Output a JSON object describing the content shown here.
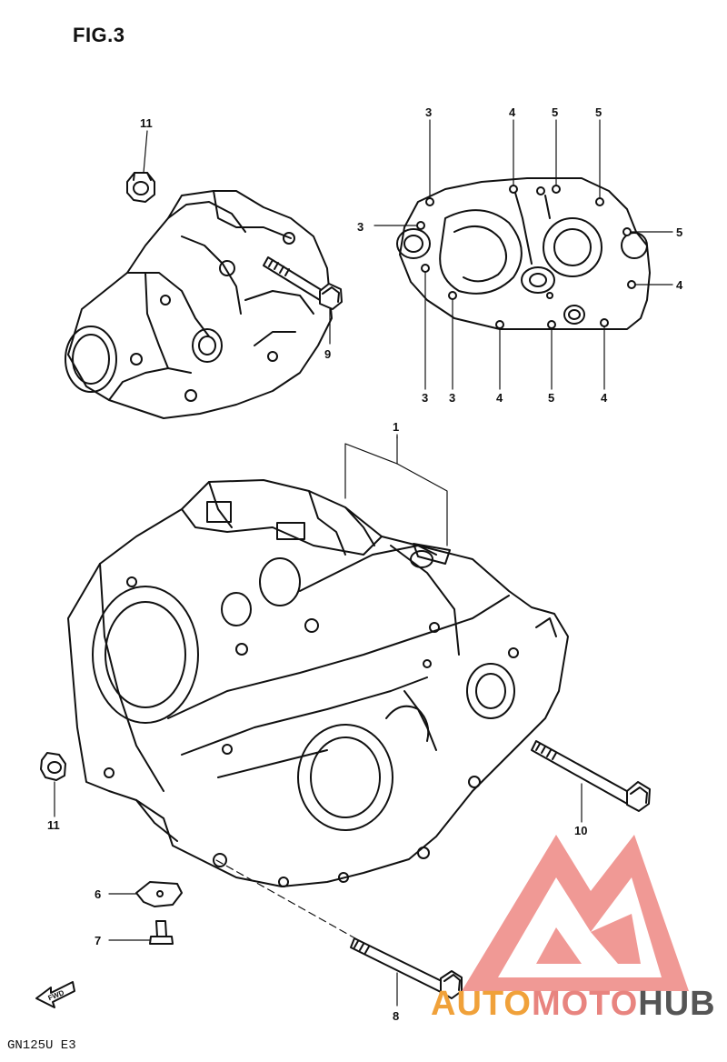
{
  "figure": {
    "title": "FIG.3",
    "model_code": "GN125U E3"
  },
  "callouts": [
    {
      "id": "c11a",
      "label": "11"
    },
    {
      "id": "c9",
      "label": "9"
    },
    {
      "id": "c3-top",
      "label": "3"
    },
    {
      "id": "c4-top",
      "label": "4"
    },
    {
      "id": "c5-top-a",
      "label": "5"
    },
    {
      "id": "c5-top-b",
      "label": "5"
    },
    {
      "id": "c3-left",
      "label": "3"
    },
    {
      "id": "c5-right",
      "label": "5"
    },
    {
      "id": "c4-right",
      "label": "4"
    },
    {
      "id": "c3-bot-a",
      "label": "3"
    },
    {
      "id": "c3-bot-b",
      "label": "3"
    },
    {
      "id": "c4-bot-a",
      "label": "4"
    },
    {
      "id": "c5-bot",
      "label": "5"
    },
    {
      "id": "c4-bot-b",
      "label": "4"
    },
    {
      "id": "c1",
      "label": "1"
    },
    {
      "id": "c11b",
      "label": "11"
    },
    {
      "id": "c10",
      "label": "10"
    },
    {
      "id": "c6",
      "label": "6"
    },
    {
      "id": "c7",
      "label": "7"
    },
    {
      "id": "c8",
      "label": "8"
    }
  ],
  "fwd_arrow": {
    "label": "FWD"
  },
  "watermark": {
    "part_a": "AUTO",
    "part_b": "MOTO",
    "part_c": "HUB",
    "color_a": "#f0a13a",
    "color_b": "#e8847f",
    "color_c": "#555555",
    "logo_color": "#ef8e8a"
  }
}
